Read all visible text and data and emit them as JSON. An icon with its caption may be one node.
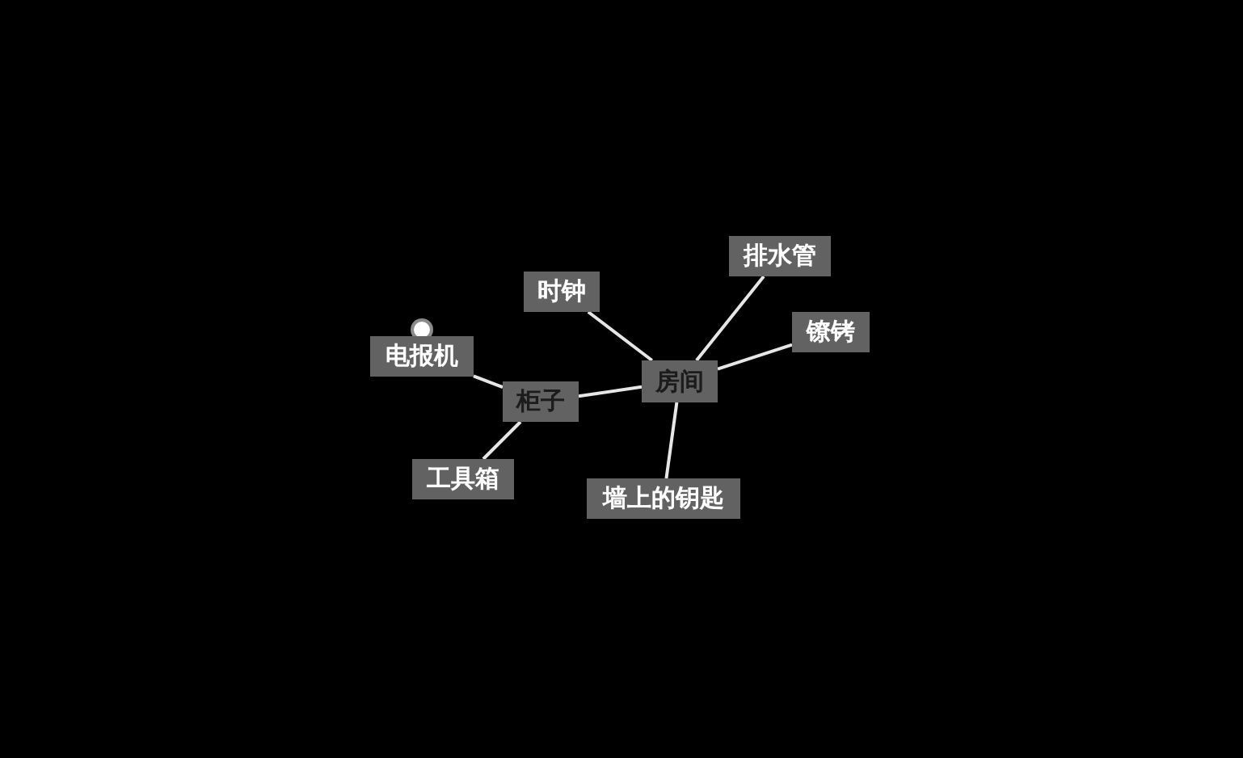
{
  "diagram": {
    "nodes": [
      {
        "text": [
          "房间"
        ]
      },
      {
        "text": [
          "时钟"
        ]
      },
      {
        "text": [
          "排水管"
        ]
      },
      {
        "text": [
          "镣铐"
        ]
      },
      {
        "text": [
          "墙上的钥匙"
        ]
      },
      {
        "text": [
          "柜子"
        ]
      },
      {
        "text": [
          "电报机"
        ]
      },
      {
        "text": [
          "工具箱"
        ]
      }
    ],
    "edges": [
      {
        "from": 0,
        "to": 1,
        "arrow": "none"
      },
      {
        "from": 0,
        "to": 2,
        "arrow": "none"
      },
      {
        "from": 0,
        "to": 3,
        "arrow": "none"
      },
      {
        "from": 0,
        "to": 4,
        "arrow": "none"
      },
      {
        "from": 0,
        "to": 5,
        "arrow": "none"
      },
      {
        "from": 5,
        "to": 6,
        "arrow": "none"
      },
      {
        "from": 5,
        "to": 7,
        "arrow": "none"
      }
    ]
  }
}
